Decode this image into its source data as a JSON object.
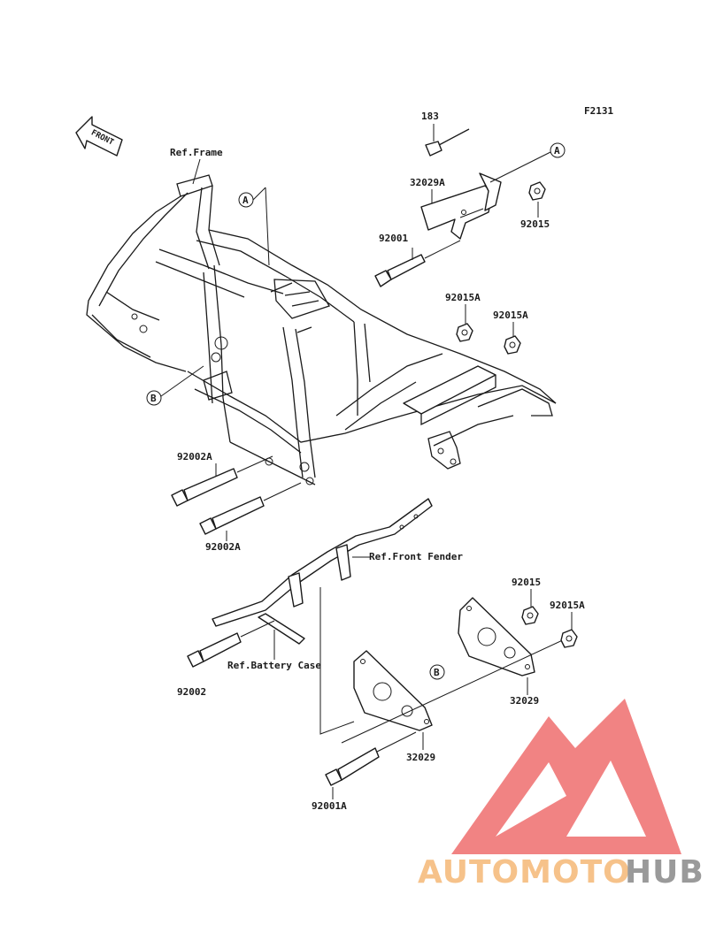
{
  "diagram_code": "F2131",
  "front_arrow_label": "FRONT",
  "callouts": {
    "a": "A",
    "b": "B"
  },
  "part_numbers": {
    "p183": "183",
    "p32029A": "32029A",
    "p92015_top": "92015",
    "p92001": "92001",
    "p92015A_left": "92015A",
    "p92015A_right": "92015A",
    "p92002A_upper": "92002A",
    "p92002A_lower": "92002A",
    "p92002": "92002",
    "p92015_lower": "92015",
    "p92015A_lower": "92015A",
    "p32029_right": "32029",
    "p32029_left": "32029",
    "p92001A": "92001A"
  },
  "references": {
    "frame": "Ref.Frame",
    "front_fender": "Ref.Front Fender",
    "battery_case": "Ref.Battery Case"
  },
  "watermark": {
    "part1": "AUTOMOTO",
    "part2": "HUB",
    "color1": "#f6c28a",
    "color2": "#9a9a9a",
    "logo_color": "#ef6d6d"
  }
}
